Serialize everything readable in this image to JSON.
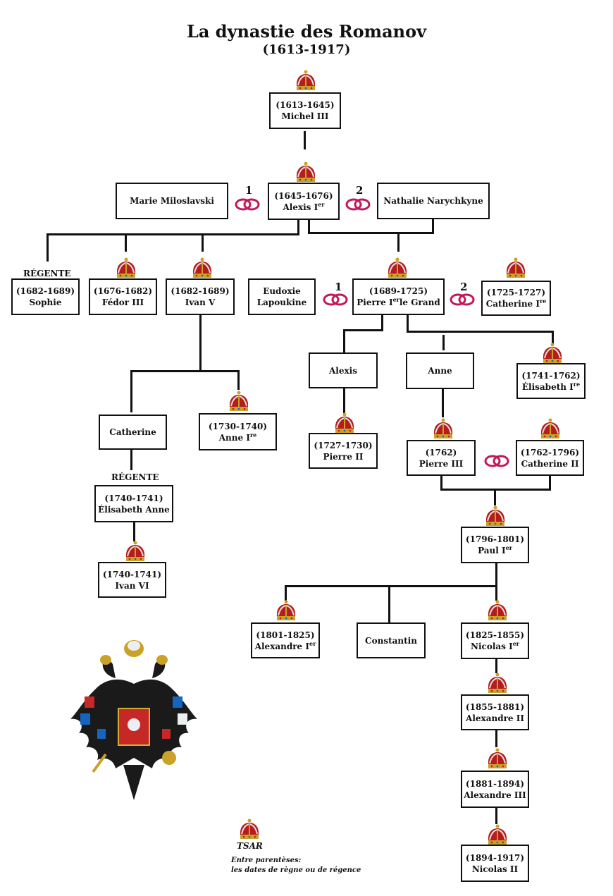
{
  "header": {
    "title": "La dynastie des Romanov",
    "period": "(1613-1917)"
  },
  "persons": {
    "michel": {
      "dates": "(1613-1645)",
      "name": "Michel III"
    },
    "alexis1": {
      "dates": "(1645-1676)",
      "name": "Alexis I",
      "sup": "er"
    },
    "marie": {
      "name": "Marie Miloslavski"
    },
    "nathalie": {
      "name": "Nathalie Narychkyne"
    },
    "sophie": {
      "dates": "(1682-1689)",
      "name": "Sophie"
    },
    "fedor": {
      "dates": "(1676-1682)",
      "name": "Fédor III"
    },
    "ivan5": {
      "dates": "(1682-1689)",
      "name": "Ivan V"
    },
    "eudoxie": {
      "line1": "Eudoxie",
      "line2": "Lapoukine"
    },
    "pierre1": {
      "dates": "(1689-1725)",
      "name_a": "Pierre I",
      "sup": "er",
      "name_b": "le Grand"
    },
    "catherine1": {
      "dates": "(1725-1727)",
      "name": "Catherine I",
      "sup": "re"
    },
    "alexis": {
      "name": "Alexis"
    },
    "anne": {
      "name": "Anne"
    },
    "elisabeth1": {
      "dates": "(1741-1762)",
      "name": "Élisabeth I",
      "sup": "re"
    },
    "catherine": {
      "name": "Catherine"
    },
    "anne1": {
      "dates": "(1730-1740)",
      "name": "Anne I",
      "sup": "re"
    },
    "elisabeth_anne": {
      "dates": "(1740-1741)",
      "name": "Élisabeth Anne"
    },
    "ivan6": {
      "dates": "(1740-1741)",
      "name": "Ivan VI"
    },
    "pierre2": {
      "dates": "(1727-1730)",
      "name": "Pierre II"
    },
    "pierre3": {
      "dates": "(1762)",
      "name": "Pierre III"
    },
    "catherine2": {
      "dates": "(1762-1796)",
      "name": "Catherine II"
    },
    "paul1": {
      "dates": "(1796-1801)",
      "name": "Paul I",
      "sup": "er"
    },
    "alexandre1": {
      "dates": "(1801-1825)",
      "name": "Alexandre I",
      "sup": "er"
    },
    "constantin": {
      "name": "Constantin"
    },
    "nicolas1": {
      "dates": "(1825-1855)",
      "name": "Nicolas I",
      "sup": "er"
    },
    "alexandre2": {
      "dates": "(1855-1881)",
      "name": "Alexandre II"
    },
    "alexandre3": {
      "dates": "(1881-1894)",
      "name": "Alexandre III"
    },
    "nicolas2": {
      "dates": "(1894-1917)",
      "name": "Nicolas II"
    }
  },
  "marriages": {
    "first": "1",
    "second": "2"
  },
  "regente_label": "RÉGENTE",
  "legend": {
    "tsar": "TSAR",
    "line1": "Entre parentèses:",
    "line2": "les dates de règne ou de régence"
  },
  "colors": {
    "ring": "#c2185b",
    "crown_gold": "#c9a227",
    "crown_red": "#b71c1c",
    "line": "#111111"
  },
  "icons": {
    "crown": "imperial-crown-icon",
    "marriage": "wedding-rings-icon",
    "emblem": "double-headed-eagle-emblem"
  }
}
